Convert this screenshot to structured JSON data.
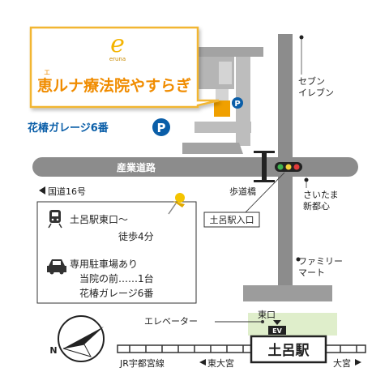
{
  "logo": {
    "script": "e",
    "sub": "eruna"
  },
  "clinic": {
    "furigana": "エ",
    "name": "恵ルナ療法院やすらぎ"
  },
  "parking_garage": {
    "label": "花椿ガレージ6番",
    "symbol": "P"
  },
  "clinic_parking_symbol": "P",
  "roads": {
    "sangyo": "産業道路",
    "route16": "国道16号",
    "pedestrian_bridge": "歩道橋"
  },
  "stores": {
    "seven_eleven": [
      "セブン",
      "イレブン"
    ],
    "saitama_bank": [
      "さいたま",
      "新都心"
    ],
    "familymart": [
      "ファミリー",
      "マート"
    ]
  },
  "station": {
    "name": "土呂駅",
    "entrance_sign": "土呂駅入口",
    "east_exit": "東口",
    "elevator": "エレベーター",
    "ev": "EV"
  },
  "railway": {
    "line": "JR宇都宮線",
    "toward_higashiomiya": "東大宮",
    "toward_omiya": "大宮"
  },
  "info_box": {
    "walk_line1": "土呂駅東口〜",
    "walk_line2": "徒歩4分",
    "parking_line1": "専用駐車場あり",
    "parking_line2": "当院の前……1台",
    "parking_line3": "花椿ガレージ6番"
  },
  "compass": {
    "north": "N"
  },
  "colors": {
    "road": "#8c8c8c",
    "road_light": "#bdbdbd",
    "clinic": "#f0a000",
    "callout_border": "#f2b632",
    "clinic_text": "#f08c00",
    "parking_blue": "#0a5ea8",
    "station_green": "#dfeecb"
  }
}
